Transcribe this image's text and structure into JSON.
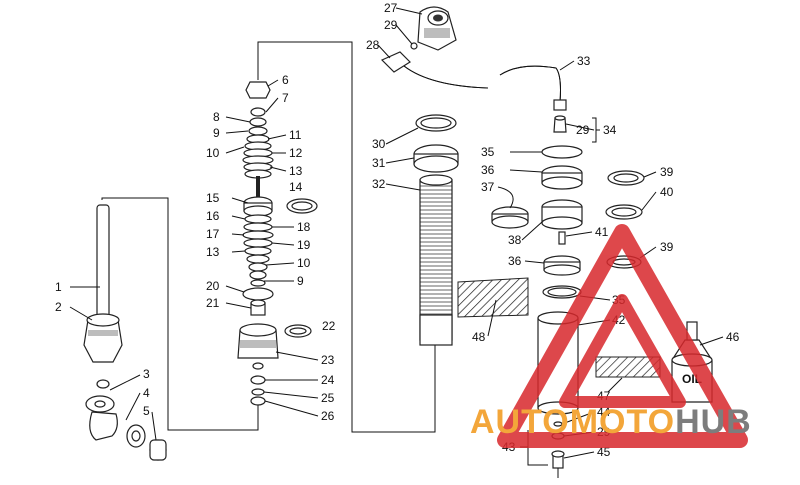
{
  "callouts": [
    {
      "id": "n1",
      "label": "1"
    },
    {
      "id": "n2",
      "label": "2"
    },
    {
      "id": "n3",
      "label": "3"
    },
    {
      "id": "n4",
      "label": "4"
    },
    {
      "id": "n5",
      "label": "5"
    },
    {
      "id": "n6",
      "label": "6"
    },
    {
      "id": "n7",
      "label": "7"
    },
    {
      "id": "n8",
      "label": "8"
    },
    {
      "id": "n9a",
      "label": "9"
    },
    {
      "id": "n10a",
      "label": "10"
    },
    {
      "id": "n11",
      "label": "11"
    },
    {
      "id": "n12",
      "label": "12"
    },
    {
      "id": "n13a",
      "label": "13"
    },
    {
      "id": "n14",
      "label": "14"
    },
    {
      "id": "n15",
      "label": "15"
    },
    {
      "id": "n16",
      "label": "16"
    },
    {
      "id": "n17",
      "label": "17"
    },
    {
      "id": "n13b",
      "label": "13"
    },
    {
      "id": "n18",
      "label": "18"
    },
    {
      "id": "n19",
      "label": "19"
    },
    {
      "id": "n10b",
      "label": "10"
    },
    {
      "id": "n9b",
      "label": "9"
    },
    {
      "id": "n20",
      "label": "20"
    },
    {
      "id": "n21",
      "label": "21"
    },
    {
      "id": "n22",
      "label": "22"
    },
    {
      "id": "n23",
      "label": "23"
    },
    {
      "id": "n24",
      "label": "24"
    },
    {
      "id": "n25",
      "label": "25"
    },
    {
      "id": "n26",
      "label": "26"
    },
    {
      "id": "n27",
      "label": "27"
    },
    {
      "id": "n29a",
      "label": "29"
    },
    {
      "id": "n28",
      "label": "28"
    },
    {
      "id": "n30",
      "label": "30"
    },
    {
      "id": "n31",
      "label": "31"
    },
    {
      "id": "n32",
      "label": "32"
    },
    {
      "id": "n48",
      "label": "48"
    },
    {
      "id": "n33",
      "label": "33"
    },
    {
      "id": "n29b",
      "label": "29"
    },
    {
      "id": "n34",
      "label": "34"
    },
    {
      "id": "n35a",
      "label": "35"
    },
    {
      "id": "n36a",
      "label": "36"
    },
    {
      "id": "n37",
      "label": "37"
    },
    {
      "id": "n39a",
      "label": "39"
    },
    {
      "id": "n40",
      "label": "40"
    },
    {
      "id": "n38",
      "label": "38"
    },
    {
      "id": "n41",
      "label": "41"
    },
    {
      "id": "n36b",
      "label": "36"
    },
    {
      "id": "n39b",
      "label": "39"
    },
    {
      "id": "n35b",
      "label": "35"
    },
    {
      "id": "n42",
      "label": "42"
    },
    {
      "id": "n47",
      "label": "47"
    },
    {
      "id": "n46",
      "label": "46"
    },
    {
      "id": "n44",
      "label": "44"
    },
    {
      "id": "n29c",
      "label": "29"
    },
    {
      "id": "n43",
      "label": "43"
    },
    {
      "id": "n45",
      "label": "45"
    }
  ],
  "oil_label": "OIL",
  "watermark": {
    "part1": "AUTOMOTO",
    "part2": "HUB"
  },
  "colors": {
    "watermark_red": "#d8282c",
    "watermark_orange": "#f3a63a",
    "watermark_gray": "#7d7d7d"
  }
}
